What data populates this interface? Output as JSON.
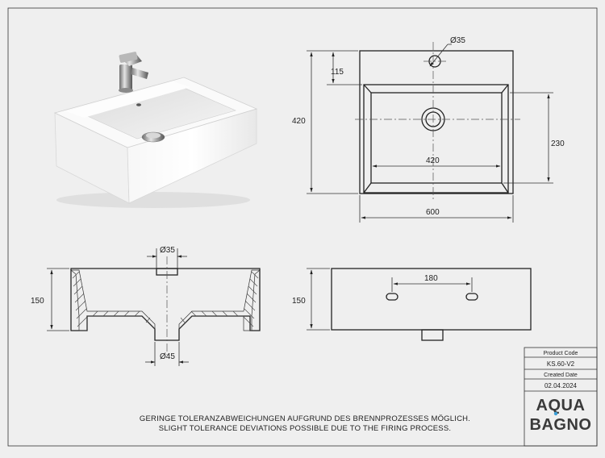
{
  "dimensions": {
    "top_hole": "Ø35",
    "top_offset": "115",
    "top_depth": "420",
    "top_inner_width": "420",
    "top_width": "600",
    "top_inner_depth": "230",
    "section_hole": "Ø35",
    "section_drain": "Ø45",
    "section_height": "150",
    "side_height": "150",
    "side_spacing": "180"
  },
  "notes": {
    "german": "GERINGE TOLERANZABWEICHUNGEN AUFGRUND DES BRENNPROZESSES MÖGLICH.",
    "english": "SLIGHT TOLERANCE DEVIATIONS POSSIBLE DUE TO THE FIRING PROCESS."
  },
  "title_block": {
    "product_code_label": "Product Code",
    "product_code": "KS.60-V2",
    "created_date_label": "Created Date",
    "created_date": "02.04.2024",
    "logo_line1": "AQUA",
    "logo_line2": "BAGNO"
  },
  "colors": {
    "background": "#efefef",
    "line": "#222222",
    "logo_dot": "#3aa0d8"
  }
}
